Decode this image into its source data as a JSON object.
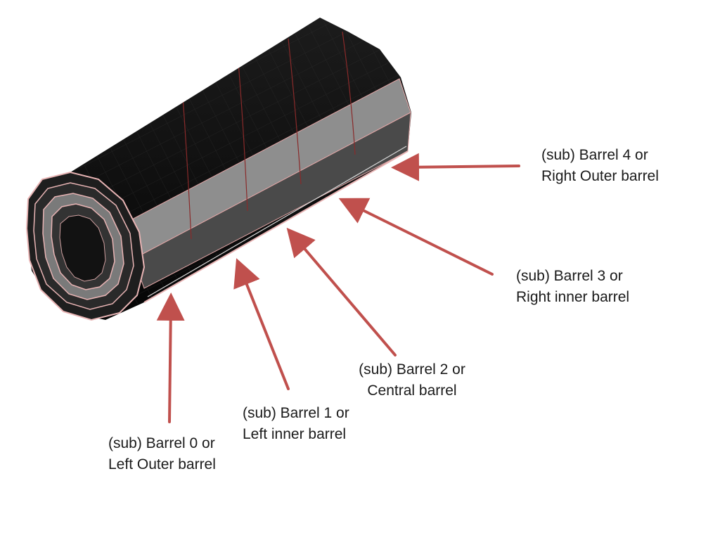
{
  "diagram": {
    "arrow_color": "#c0504d",
    "body_color": "#0b0b0b",
    "band_color": "#8f8f8f",
    "edge_color": "#e8b4b4",
    "labels": [
      {
        "line1": "(sub) Barrel 4 or",
        "line2": "Right Outer barrel"
      },
      {
        "line1": "(sub) Barrel 3 or",
        "line2": "Right inner barrel"
      },
      {
        "line1": "(sub) Barrel 2 or",
        "line2": "Central barrel"
      },
      {
        "line1": "(sub) Barrel 1 or",
        "line2": "Left inner barrel"
      },
      {
        "line1": "(sub) Barrel 0 or",
        "line2": "Left Outer barrel"
      }
    ]
  }
}
